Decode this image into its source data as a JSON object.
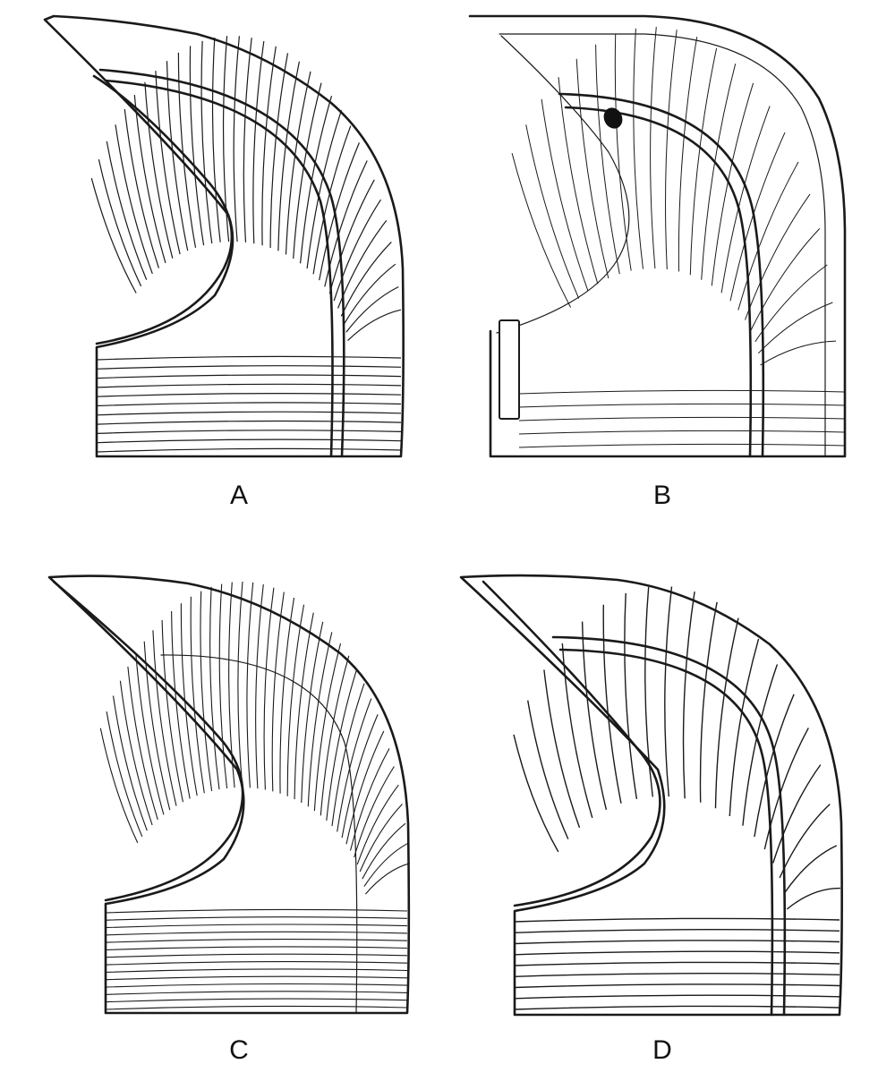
{
  "figure": {
    "panels": [
      {
        "id": "A",
        "label": "A"
      },
      {
        "id": "B",
        "label": "B"
      },
      {
        "id": "C",
        "label": "C"
      },
      {
        "id": "D",
        "label": "D"
      }
    ],
    "colors": {
      "line": "#1a1a1a",
      "background": "#ffffff"
    }
  }
}
